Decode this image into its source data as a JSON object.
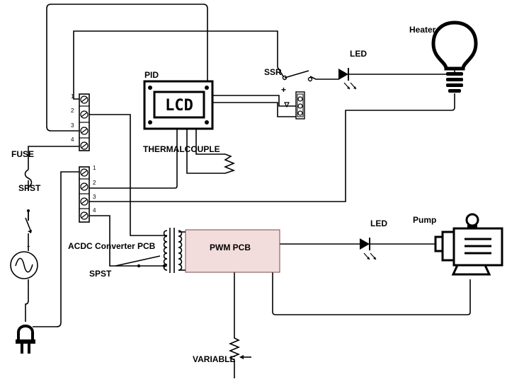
{
  "labels": {
    "pid": "PID",
    "lcd": "LCD",
    "ssr": "SSR",
    "ssr_plus": "+",
    "led_top": "LED",
    "heater": "Heater",
    "thermocouple": "THERMALCOUPLE",
    "fuse": "FUSE",
    "spst_left": "SPST",
    "acdc": "ACDC Converter PCB",
    "spst_bottom": "SPST",
    "pwm": "PWM PCB",
    "led_bottom": "LED",
    "pump": "Pump",
    "variable": "VARIABLE"
  },
  "terminal_block_top": [
    "1",
    "2",
    "3",
    "4"
  ],
  "terminal_block_bottom": [
    "1",
    "2",
    "3",
    "4"
  ],
  "colors": {
    "wire": "#000000",
    "pwm_fill": "#f3dcdc",
    "pwm_stroke": "#7a4a4a",
    "background": "#ffffff"
  },
  "icons": [
    "lightbulb-icon",
    "motor-icon",
    "plug-icon",
    "ac-source-icon",
    "led-icon",
    "transformer-icon",
    "potentiometer-icon"
  ]
}
